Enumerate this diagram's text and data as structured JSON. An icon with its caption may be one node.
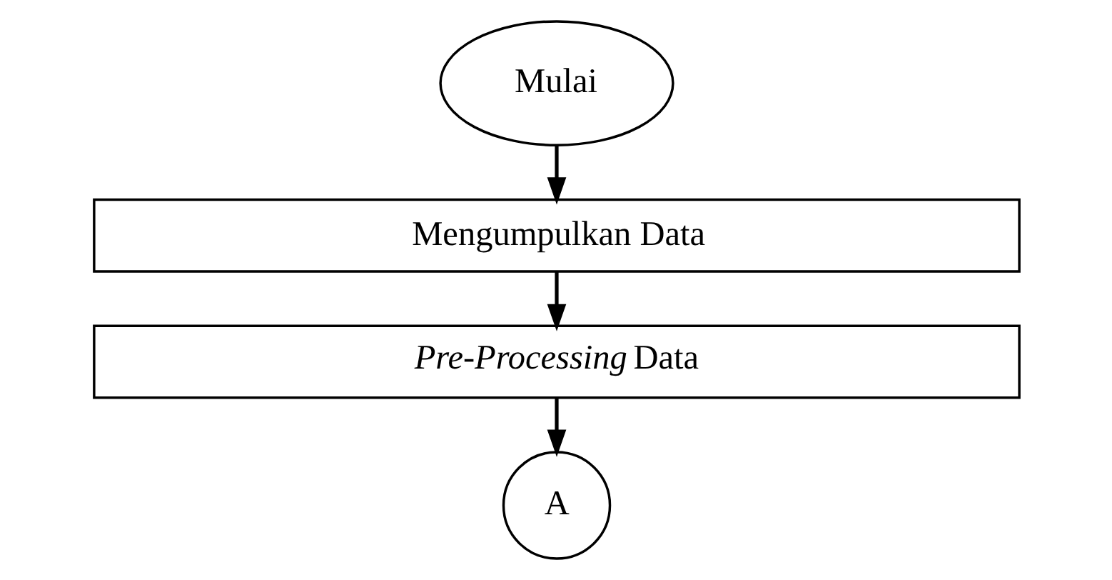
{
  "diagram": {
    "nodes": [
      {
        "text": [
          "Mulai"
        ]
      },
      {
        "text": [
          "Mengumpulkan Data"
        ]
      },
      {
        "text": [
          "*Pre-Processing* Data"
        ]
      },
      {
        "text": [
          "A"
        ]
      }
    ],
    "edges": [
      {
        "from": 0,
        "to": 1,
        "arrow": "to"
      },
      {
        "from": 1,
        "to": 2,
        "arrow": "to"
      },
      {
        "from": 2,
        "to": 3,
        "arrow": "to"
      }
    ]
  }
}
